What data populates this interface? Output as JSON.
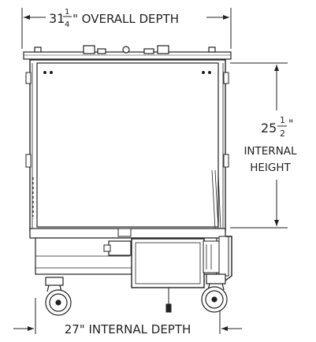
{
  "dimensions": {
    "overall_depth": {
      "whole": "31",
      "fraction_num": "1",
      "fraction_den": "4",
      "label": "\" OVERALL DEPTH"
    },
    "internal_height": {
      "whole": "25",
      "fraction_num": "1",
      "fraction_den": "2",
      "inch_mark": "\"",
      "label_line1": "INTERNAL",
      "label_line2": "HEIGHT"
    },
    "internal_depth": {
      "label": "27\" INTERNAL DEPTH"
    }
  },
  "colors": {
    "line": "#222222",
    "panel": "#ffffff",
    "background": "#ffffff"
  }
}
